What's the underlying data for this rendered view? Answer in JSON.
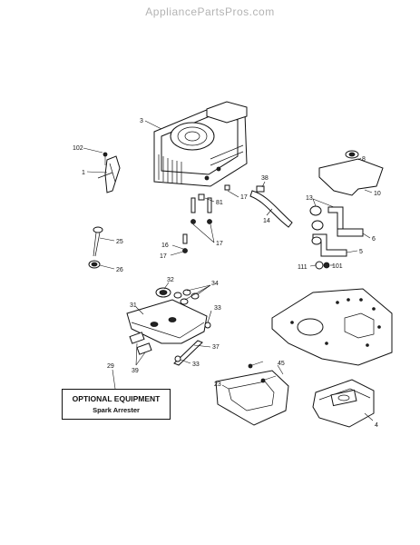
{
  "watermark": "AppliancePartsPros.com",
  "optional_box": {
    "title": "OPTIONAL EQUIPMENT",
    "subtitle": "Spark Arrester"
  },
  "callouts": {
    "c3": "3",
    "c102": "102",
    "c1": "1",
    "c81": "81",
    "c17a": "17",
    "c38": "38",
    "c14": "14",
    "c16": "16",
    "c17b": "17",
    "c17c": "17",
    "c25": "25",
    "c26": "26",
    "c8": "8",
    "c10": "10",
    "c13": "13",
    "c6": "6",
    "c5": "5",
    "c111": "111",
    "c101": "101",
    "c32": "32",
    "c34": "34",
    "c31": "31",
    "c33a": "33",
    "c37": "37",
    "c39": "39",
    "c33b": "33",
    "c29": "29",
    "c45": "45",
    "c23": "23",
    "c4": "4"
  }
}
